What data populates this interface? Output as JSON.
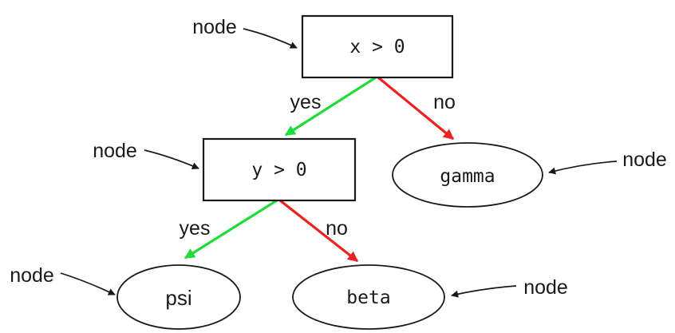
{
  "diagram_type": "decision-tree",
  "colors": {
    "yes_edge": "#1fdd38",
    "no_edge": "#ee2121",
    "node_stroke": "#1a1a1a",
    "text": "#1a1a1a"
  },
  "graph": {
    "nodes": [
      {
        "id": "root",
        "shape": "rect",
        "label": "x > 0"
      },
      {
        "id": "internal",
        "shape": "rect",
        "label": "y > 0"
      },
      {
        "id": "gamma",
        "shape": "ellipse",
        "label": "gamma"
      },
      {
        "id": "psi",
        "shape": "ellipse",
        "label": "psi"
      },
      {
        "id": "beta",
        "shape": "ellipse",
        "label": "beta"
      }
    ],
    "edges": [
      {
        "from": "root",
        "to": "internal",
        "label": "yes",
        "color_role": "yes_edge"
      },
      {
        "from": "root",
        "to": "gamma",
        "label": "no",
        "color_role": "no_edge"
      },
      {
        "from": "internal",
        "to": "psi",
        "label": "yes",
        "color_role": "yes_edge"
      },
      {
        "from": "internal",
        "to": "beta",
        "label": "no",
        "color_role": "no_edge"
      }
    ]
  },
  "annotations": [
    {
      "label": "node",
      "target": "root"
    },
    {
      "label": "node",
      "target": "internal"
    },
    {
      "label": "node",
      "target": "gamma"
    },
    {
      "label": "node",
      "target": "psi"
    },
    {
      "label": "node",
      "target": "beta"
    }
  ]
}
